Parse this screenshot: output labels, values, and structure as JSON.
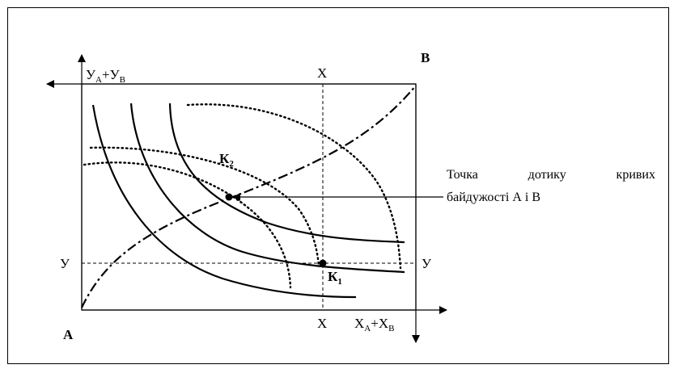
{
  "labels": {
    "origin_a": "A",
    "origin_b": "B",
    "y_axis_main": "У",
    "y_axis_sub_a": "А",
    "y_axis_plus": "+У",
    "y_axis_sub_b": "В",
    "x_axis_main": "Х",
    "x_axis_sub_a": "А",
    "x_axis_plus": "+Х",
    "x_axis_sub_b": "В",
    "x_top": "Х",
    "x_bottom": "Х",
    "y_left": "У",
    "y_right": "У",
    "k1_main": "К",
    "k1_sub": "1",
    "k2_main": "К",
    "k2_sub": "2"
  },
  "annotation": {
    "line1": "Точка дотику кривих",
    "line2": "байдужості А і В"
  }
}
